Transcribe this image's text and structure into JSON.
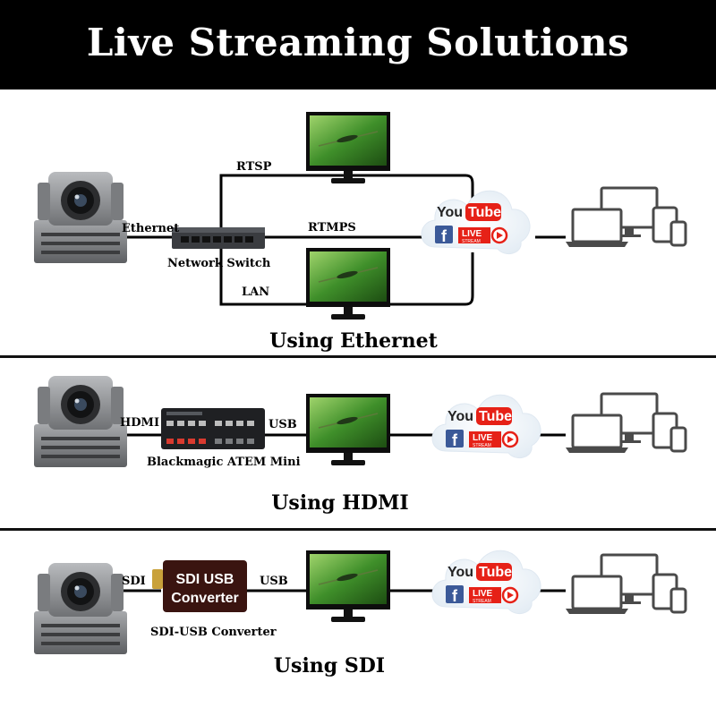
{
  "title": "Live Streaming Solutions",
  "sections": {
    "ethernet": {
      "heading": "Using Ethernet",
      "cable_in": "Ethernet",
      "device": "Network Switch",
      "link_rtsp": "RTSP",
      "link_rtmps": "RTMPS",
      "link_lan": "LAN"
    },
    "hdmi": {
      "heading": "Using HDMI",
      "cable_in": "HDMI",
      "device": "Blackmagic ATEM Mini",
      "cable_out": "USB"
    },
    "sdi": {
      "heading": "Using SDI",
      "cable_in": "SDI",
      "device": "SDI-USB Converter",
      "device_print_line1": "SDI USB",
      "device_print_line2": "Converter",
      "cable_out": "USB"
    }
  },
  "cloud": {
    "youtube_you": "You",
    "youtube_tube": "Tube",
    "facebook_letter": "f",
    "live": "LIVE",
    "stream": "STREAM"
  },
  "colors": {
    "header_bg": "#000000",
    "header_text": "#ffffff",
    "youtube_red": "#e62117",
    "facebook_blue": "#3b5998",
    "camera_gray": "#8e9093",
    "screen_green": "#3f8f2a"
  }
}
